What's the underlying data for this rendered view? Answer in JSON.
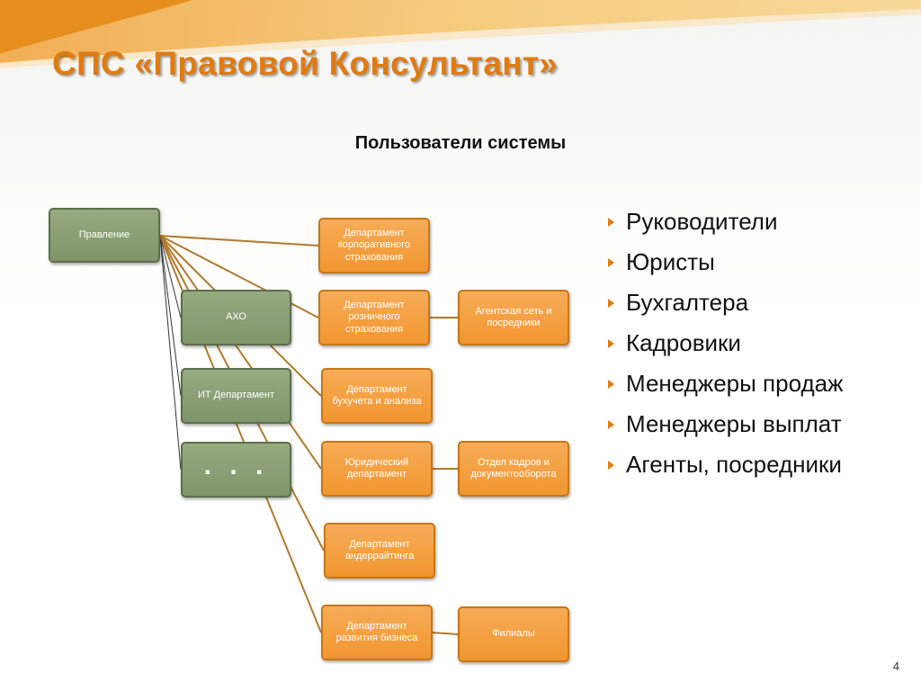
{
  "slide": {
    "title": "СПС «Правовой Консультант»",
    "subtitle": "Пользователи системы",
    "page_number": "4",
    "accent_color": "#e07b10"
  },
  "diagram": {
    "root": {
      "id": "board",
      "label": "Правление"
    },
    "left_nodes": [
      {
        "id": "aho",
        "label": "АХО"
      },
      {
        "id": "it",
        "label": "ИТ Департамент"
      },
      {
        "id": "more",
        "label": ". . ."
      }
    ],
    "departments": [
      {
        "id": "corp",
        "label": "Департамент корпоративного страхования"
      },
      {
        "id": "retail",
        "label": "Департамент розничного страхования"
      },
      {
        "id": "accounting",
        "label": "Департамент бухучета и анализа"
      },
      {
        "id": "legal",
        "label": "Юридический департамент"
      },
      {
        "id": "underwriting",
        "label": "Департамент андеррайтинга"
      },
      {
        "id": "bizdev",
        "label": "Департамент развития бизнеса"
      }
    ],
    "subunits": [
      {
        "id": "agents",
        "label": "Агентская сеть и посредники",
        "parent": "retail"
      },
      {
        "id": "hr",
        "label": "Отдел кадров и документооборота",
        "parent": "legal"
      },
      {
        "id": "branches",
        "label": "Филиалы",
        "parent": "bizdev"
      }
    ],
    "colors": {
      "green_fill": "#889d73",
      "green_border": "#5c6e4b",
      "orange_fill": "#f4a24a",
      "orange_border": "#c77716",
      "connector": "#b07a2e"
    }
  },
  "users": [
    "Руководители",
    "Юристы",
    "Бухгалтера",
    "Кадровики",
    "Менеджеры продаж",
    "Менеджеры выплат",
    "Агенты, посредники"
  ]
}
